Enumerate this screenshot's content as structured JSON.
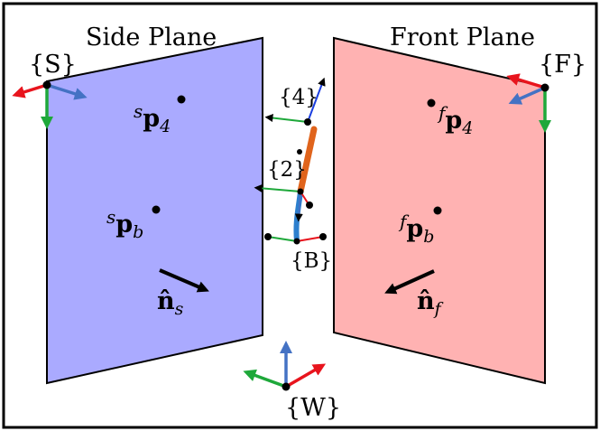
{
  "colors": {
    "side_plane": "#aaaaff",
    "front_plane": "#ffb2b2",
    "axis_x": "#e8141d",
    "axis_y": "#1ea83a",
    "axis_z": "#4472c4",
    "link_blue": "#2c7fce",
    "link_orange": "#e0641c"
  },
  "planes": {
    "side": {
      "title": "Side Plane"
    },
    "front": {
      "title": "Front Plane"
    }
  },
  "frames": {
    "S": "{S}",
    "F": "{F}",
    "W": "{W}",
    "B": "{B}",
    "j2": "{2}",
    "j4": "{4}"
  },
  "points": {
    "side_p4": {
      "sup": "s",
      "base": "p",
      "sub": "4"
    },
    "side_pb": {
      "sup": "s",
      "base": "p",
      "sub": "b"
    },
    "front_p4": {
      "sup": "f",
      "base": "p",
      "sub": "4"
    },
    "front_pb": {
      "sup": "f",
      "base": "p",
      "sub": "b"
    }
  },
  "normals": {
    "side": {
      "base": "n̂",
      "sub": "s"
    },
    "front": {
      "base": "n̂",
      "sub": "f"
    }
  }
}
